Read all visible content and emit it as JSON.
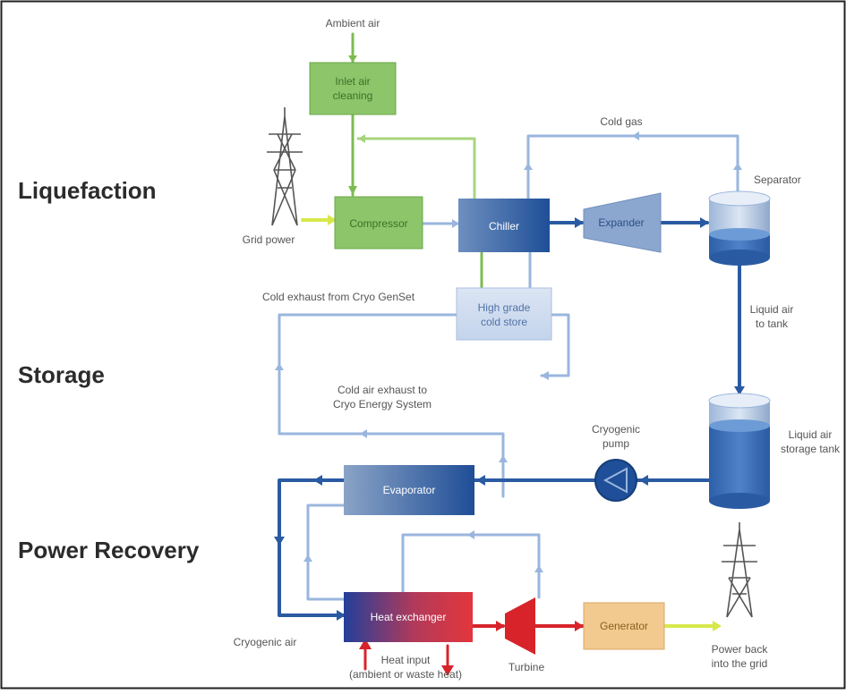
{
  "sections": {
    "liquefaction": "Liquefaction",
    "storage": "Storage",
    "power_recovery": "Power Recovery"
  },
  "boxes": {
    "inlet_air_cleaning": [
      "Inlet air",
      "cleaning"
    ],
    "compressor": "Compressor",
    "chiller": "Chiller",
    "expander": "Expander",
    "high_grade_cold_store": [
      "High grade",
      "cold store"
    ],
    "evaporator": "Evaporator",
    "heat_exchanger": "Heat exchanger",
    "generator": "Generator"
  },
  "labels": {
    "ambient_air": "Ambient air",
    "cold_gas": "Cold gas",
    "separator": "Separator",
    "grid_power": "Grid power",
    "cold_exhaust": "Cold exhaust from Cryo GenSet",
    "liquid_air_to_tank": [
      "Liquid air",
      "to tank"
    ],
    "cold_air_exhaust": [
      "Cold air exhaust to",
      "Cryo Energy System"
    ],
    "cryogenic_pump": [
      "Cryogenic",
      "pump"
    ],
    "liquid_air_storage_tank": [
      "Liquid air",
      "storage tank"
    ],
    "cryogenic_air": "Cryogenic air",
    "heat_input": [
      "Heat input",
      "(ambient or waste heat)"
    ],
    "turbine": "Turbine",
    "power_back": [
      "Power back",
      "into the grid"
    ]
  },
  "colors": {
    "green_box": "#8cc56a",
    "green_line": "#7dbb52",
    "light_blue_line": "#9ab6de",
    "dark_blue_line": "#3a66ad",
    "chiller": "#2e63a8",
    "red": "#d8232a",
    "generator_box": "#f2c98e",
    "yellow_green": "#d7e84a"
  }
}
